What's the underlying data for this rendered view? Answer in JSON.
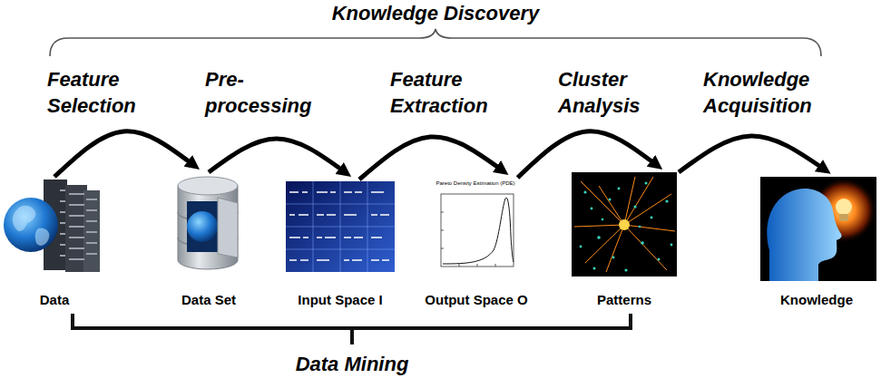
{
  "diagram": {
    "title": "Knowledge Discovery",
    "nodes": [
      {
        "text": [
          "Data"
        ]
      },
      {
        "text": [
          "Data Set"
        ]
      },
      {
        "text": [
          "Input Space I"
        ]
      },
      {
        "text": [
          "Output Space O"
        ]
      },
      {
        "text": [
          "Patterns"
        ]
      },
      {
        "text": [
          "Knowledge"
        ]
      }
    ],
    "edges": [
      {
        "from": 0,
        "to": 1,
        "arrow": "to",
        "label": "Feature Selection"
      },
      {
        "from": 1,
        "to": 2,
        "arrow": "to",
        "label": "Pre- processing"
      },
      {
        "from": 2,
        "to": 3,
        "arrow": "to",
        "label": "Feature Extraction"
      },
      {
        "from": 3,
        "to": 4,
        "arrow": "to",
        "label": "Cluster Analysis"
      },
      {
        "from": 4,
        "to": 5,
        "arrow": "to",
        "label": "Knowledge Acquisition"
      }
    ],
    "labels": [
      "Pareto Density Estimation (PDE)",
      "Data Mining"
    ]
  }
}
